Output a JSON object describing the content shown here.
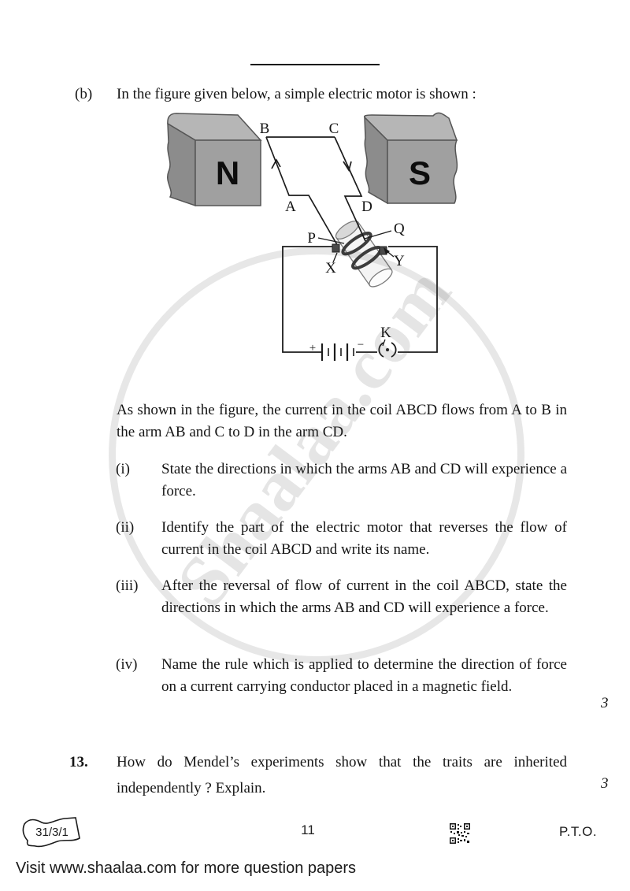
{
  "question_b": {
    "label": "(b)",
    "intro": "In the figure given below, a simple electric motor is shown :",
    "description": "As shown in the figure, the current in the coil ABCD flows from A to B in the arm AB and C to D in the arm CD.",
    "subquestions": [
      {
        "label": "(i)",
        "text": "State the directions in which the arms AB and CD will experience a force."
      },
      {
        "label": "(ii)",
        "text": "Identify the part of the electric motor that reverses the flow of current in the coil ABCD and write its name."
      },
      {
        "label": "(iii)",
        "text": "After the reversal of flow of current in the coil ABCD, state the directions in which the arms AB and CD will experience a force."
      },
      {
        "label": "(iv)",
        "text": "Name the rule which is applied to determine the direction of force on a current carrying conductor placed in a magnetic field.",
        "marks": "3"
      }
    ]
  },
  "question_13": {
    "number": "13.",
    "text": "How do Mendel’s experiments show that the traits are inherited independently ? Explain.",
    "marks": "3"
  },
  "figure": {
    "labels": {
      "north": "N",
      "south": "S",
      "a": "A",
      "b": "B",
      "c": "C",
      "d": "D",
      "p": "P",
      "q": "Q",
      "x": "X",
      "y": "Y",
      "k": "K",
      "plus": "+",
      "minus": "−"
    }
  },
  "watermark": {
    "text": "Shaalaa.com"
  },
  "footer": {
    "paper_code": "31/3/1",
    "page_number": "11",
    "pto": "P.T.O."
  },
  "bottom_bar": {
    "text": "Visit www.shaalaa.com for more question papers"
  }
}
